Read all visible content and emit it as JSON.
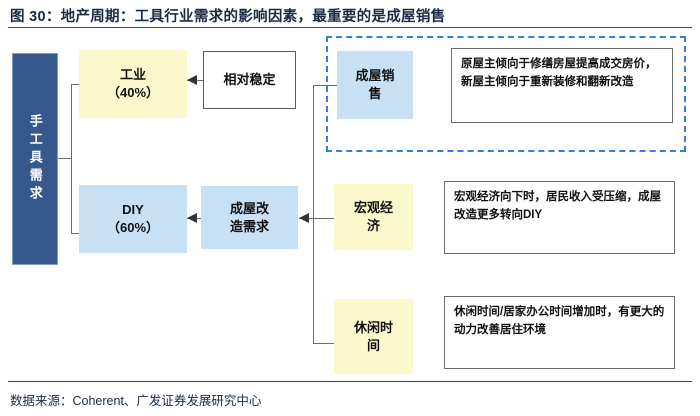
{
  "header": {
    "title": "图 30：地产周期：工具行业需求的影响因素，最重要的是成屋销售"
  },
  "footer": {
    "source": "数据来源：Coherent、广发证券发展研究中心"
  },
  "diagram": {
    "root": {
      "label": "手工具需求",
      "color": "#35598C"
    },
    "segments": [
      {
        "label": "工业\n（40%）",
        "label_line1": "工业",
        "label_line2": "（40%）",
        "color": "#FBF8CC"
      },
      {
        "label": "DIY\n（60%）",
        "label_line1": "DIY",
        "label_line2": "（60%）",
        "color": "#C7E0F4"
      }
    ],
    "drivers": [
      {
        "label": "相对稳定",
        "color": "#FFFFFF"
      },
      {
        "label": "成屋改造需求",
        "label_line1": "成屋改",
        "label_line2": "造需求",
        "color": "#C7E0F4"
      }
    ],
    "factors": [
      {
        "label_line1": "成屋销",
        "label_line2": "售",
        "color": "#C7E0F4",
        "description": "原屋主倾向于修缮房屋提高成交房价，新屋主倾向于重新装修和翻新改造",
        "highlighted": true
      },
      {
        "label_line1": "宏观经",
        "label_line2": "济",
        "color": "#FBF8CC",
        "description": "宏观经济向下时，居民收入受压缩，成屋改造更多转向DIY",
        "highlighted": false
      },
      {
        "label_line1": "休闲时",
        "label_line2": "间",
        "color": "#FBF8CC",
        "description": "休闲时间/居家办公时间增加时，有更大的动力改善居住环境",
        "highlighted": false
      }
    ],
    "highlight_color": "#2E81D6"
  }
}
